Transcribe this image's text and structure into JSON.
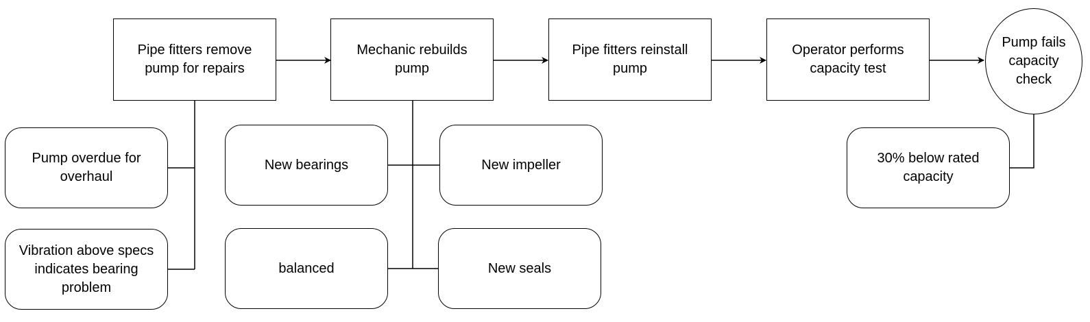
{
  "nodes": {
    "remove_pump": "Pipe fitters remove pump for repairs",
    "rebuild_pump": "Mechanic rebuilds pump",
    "reinstall_pump": "Pipe fitters reinstall pump",
    "capacity_test": "Operator performs capacity test",
    "pump_fails": "Pump fails capacity check",
    "overdue": "Pump overdue for overhaul",
    "vibration": "Vibration above specs indicates bearing problem",
    "new_bearings": "New bearings",
    "new_impeller": "New impeller",
    "balanced": "balanced",
    "new_seals": "New seals",
    "below_capacity": "30% below rated capacity"
  },
  "colors": {
    "stroke": "#000000",
    "fill": "#ffffff"
  }
}
